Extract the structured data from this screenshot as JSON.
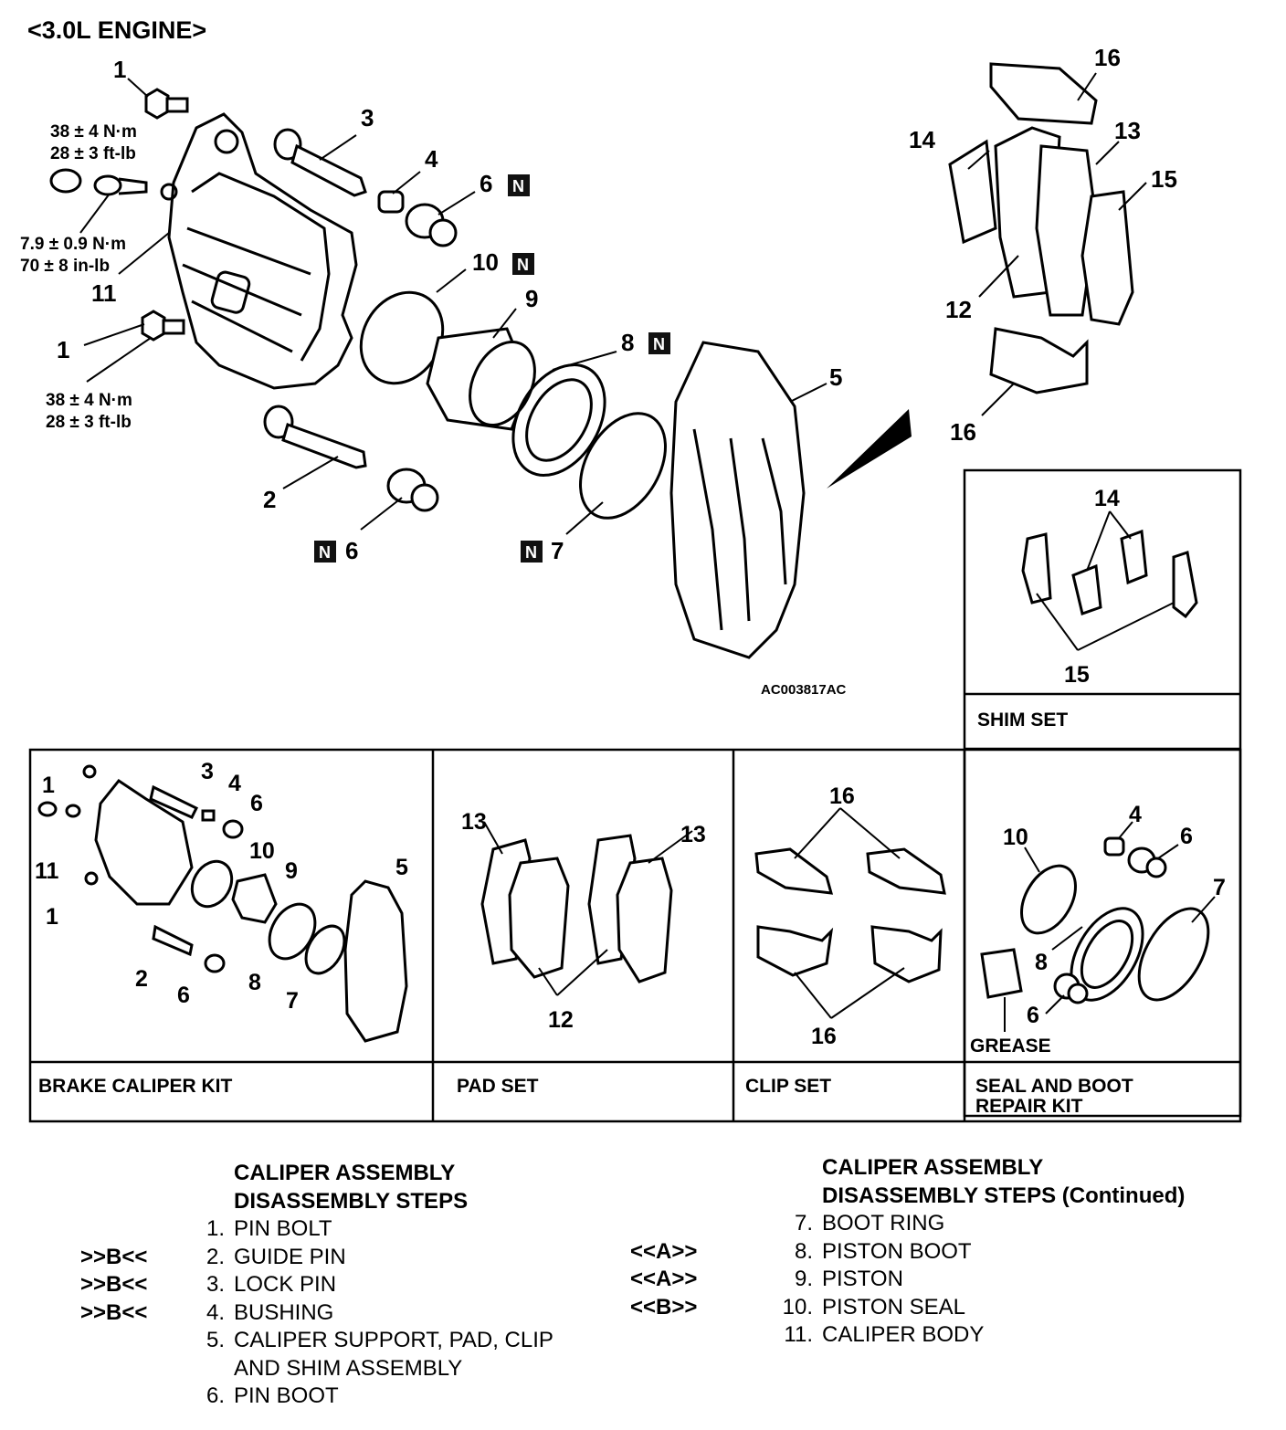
{
  "title": "<3.0L ENGINE>",
  "illustration_code": "AC003817AC",
  "main_callouts": {
    "c1_top": "1",
    "c1_bottom": "1",
    "c2": "2",
    "c3": "3",
    "c4": "4",
    "c5": "5",
    "c6_top": "6",
    "c6_bottom": "6",
    "c7": "7",
    "c8": "8",
    "c9": "9",
    "c10": "10",
    "c11": "11",
    "c12": "12",
    "c13": "13",
    "c14": "14",
    "c15": "15",
    "c16_top": "16",
    "c16_bottom": "16"
  },
  "new_part_badge": "N",
  "torque": {
    "pin_bolt_top_nm": "38 ± 4 N·m",
    "pin_bolt_top_ftlb": "28 ± 3 ft-lb",
    "bleeder_nm": "7.9 ± 0.9 N·m",
    "bleeder_inlb": "70 ± 8 in-lb",
    "pin_bolt_bottom_nm": "38 ± 4 N·m",
    "pin_bolt_bottom_ftlb": "28 ± 3 ft-lb"
  },
  "kits": {
    "shim_set": {
      "label": "SHIM SET",
      "callouts": [
        "14",
        "15"
      ]
    },
    "brake_caliper_kit": {
      "label": "BRAKE CALIPER KIT",
      "callouts": [
        "1",
        "3",
        "4",
        "6",
        "11",
        "10",
        "9",
        "5",
        "1",
        "2",
        "6",
        "8",
        "7"
      ]
    },
    "pad_set": {
      "label": "PAD SET",
      "callouts": [
        "13",
        "13",
        "12"
      ]
    },
    "clip_set": {
      "label": "CLIP SET",
      "callouts": [
        "16",
        "16"
      ]
    },
    "seal_boot_kit": {
      "label_line1": "SEAL AND BOOT",
      "label_line2": "REPAIR KIT",
      "callouts": [
        "10",
        "4",
        "6",
        "7",
        "8",
        "6"
      ],
      "grease": "GREASE"
    }
  },
  "steps_left": {
    "heading_line1": "CALIPER ASSEMBLY",
    "heading_line2": "DISASSEMBLY STEPS",
    "items": [
      {
        "mark": "",
        "no": "1.",
        "text": "PIN BOLT"
      },
      {
        "mark": ">>B<<",
        "no": "2.",
        "text": "GUIDE PIN"
      },
      {
        "mark": ">>B<<",
        "no": "3.",
        "text": "LOCK PIN"
      },
      {
        "mark": ">>B<<",
        "no": "4.",
        "text": "BUSHING"
      },
      {
        "mark": "",
        "no": "5.",
        "text": "CALIPER SUPPORT, PAD, CLIP"
      },
      {
        "mark": "",
        "no": "",
        "text": "AND SHIM ASSEMBLY"
      },
      {
        "mark": "",
        "no": "6.",
        "text": "PIN BOOT"
      }
    ]
  },
  "steps_right": {
    "heading_line1": "CALIPER ASSEMBLY",
    "heading_line2": "DISASSEMBLY STEPS (Continued)",
    "items": [
      {
        "mark": "",
        "no": "7.",
        "text": "BOOT RING"
      },
      {
        "mark": "<<A>>",
        "no": "8.",
        "text": "PISTON BOOT"
      },
      {
        "mark": "<<A>>",
        "no": "9.",
        "text": "PISTON"
      },
      {
        "mark": "<<B>>",
        "no": "10.",
        "text": "PISTON SEAL"
      },
      {
        "mark": "",
        "no": "11.",
        "text": "CALIPER BODY"
      }
    ]
  }
}
